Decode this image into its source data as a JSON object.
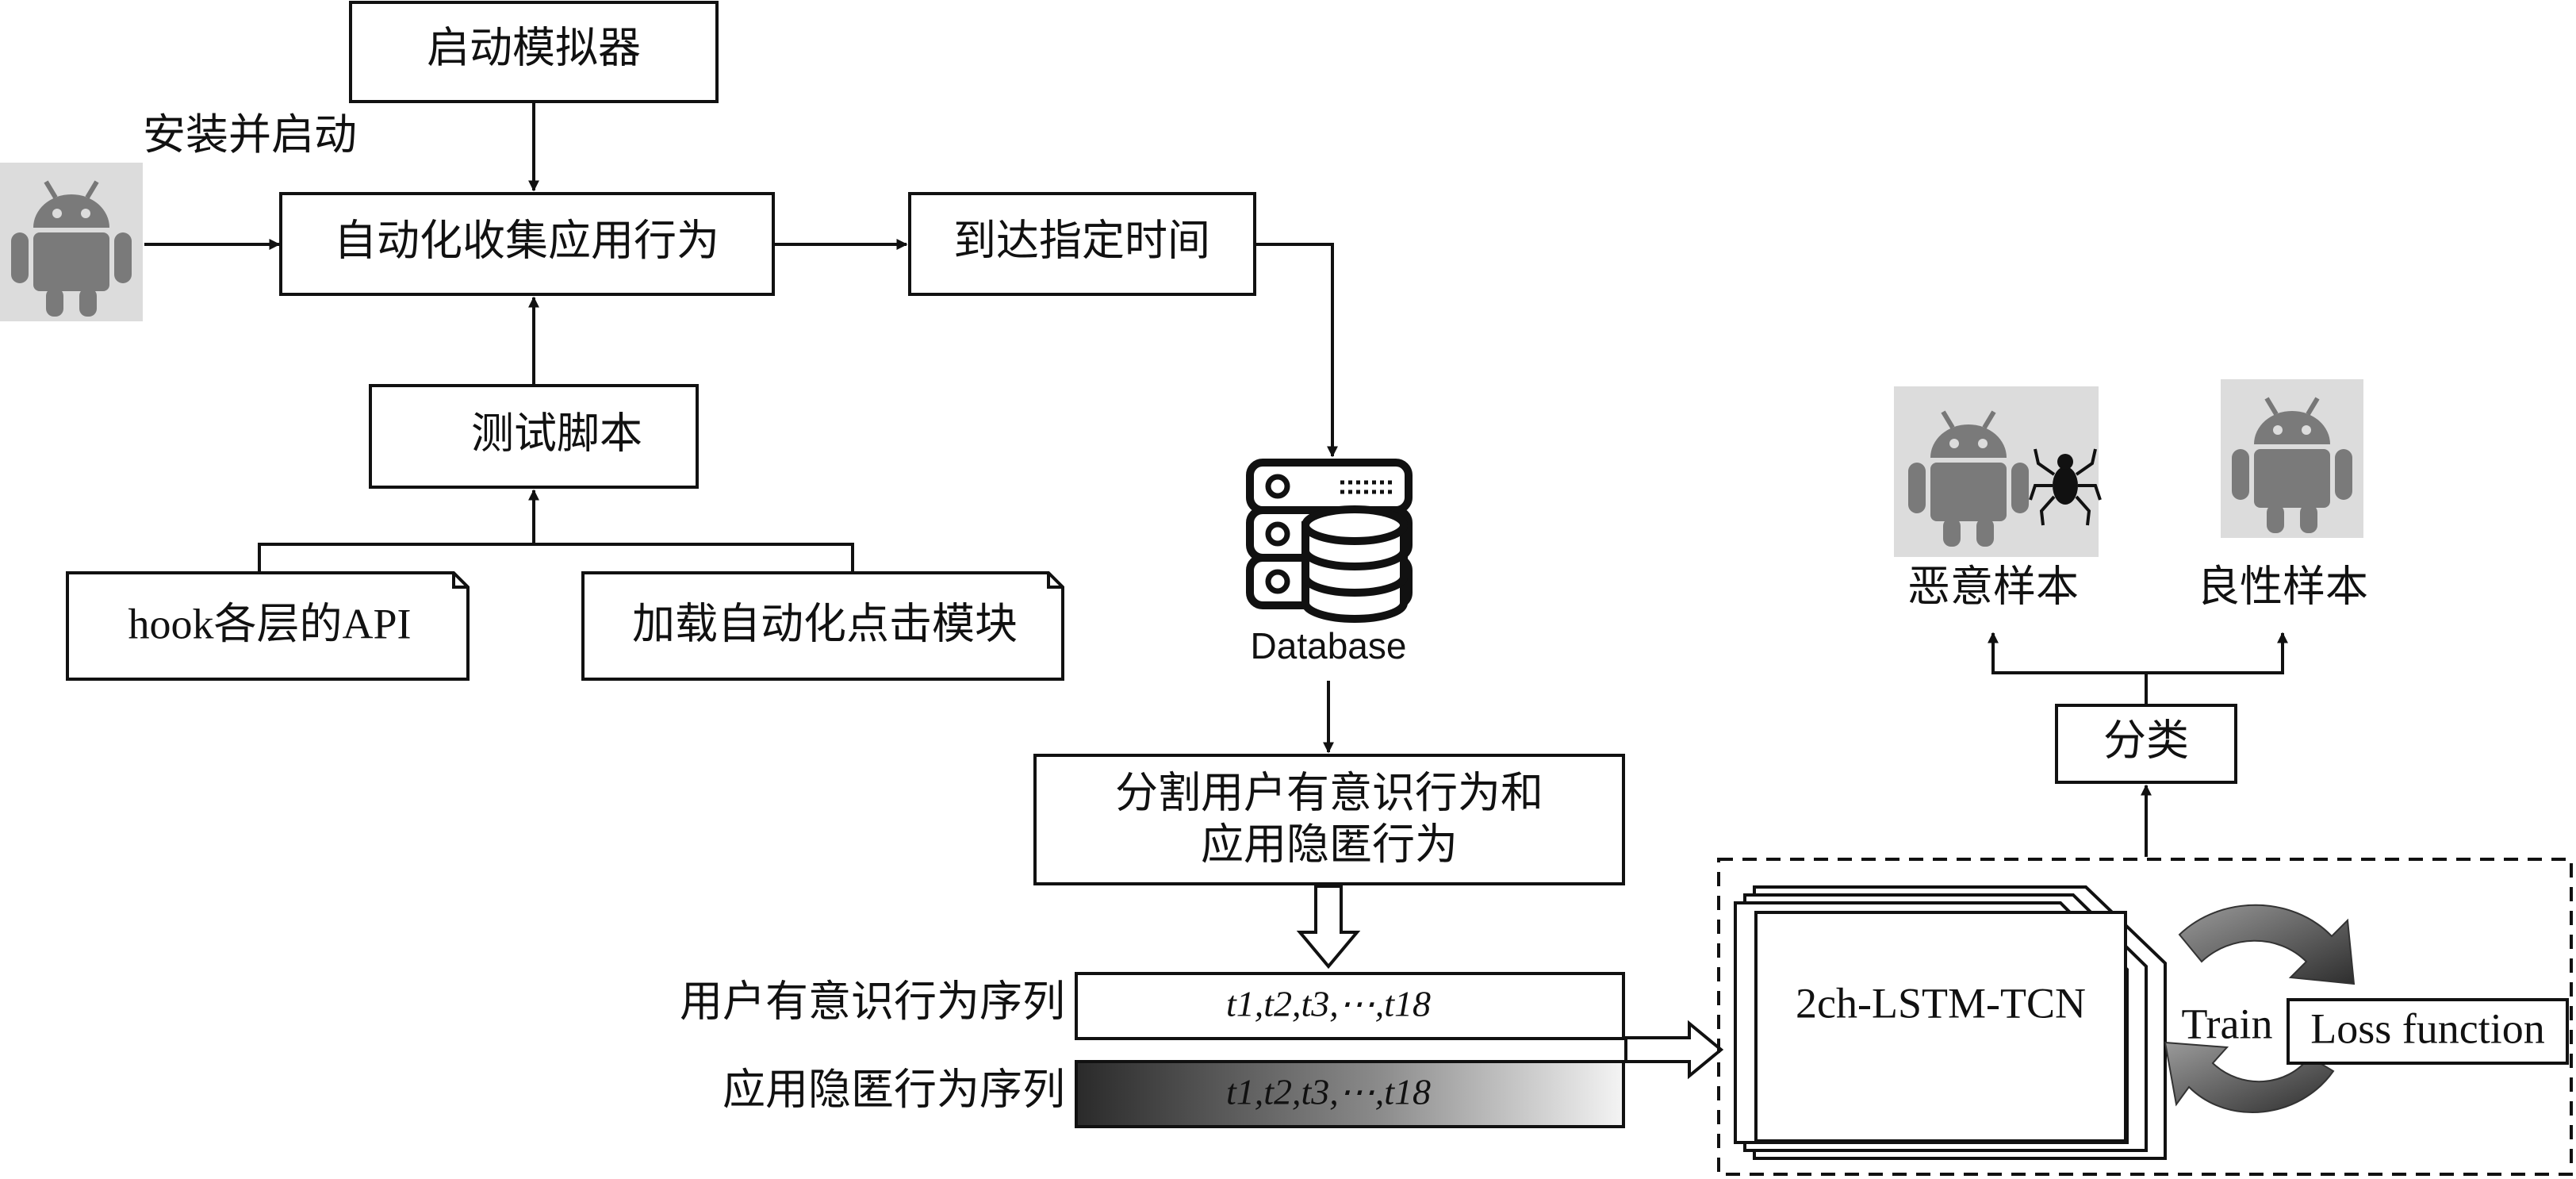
{
  "nodes": {
    "start_emulator": "启动模拟器",
    "install_launch": "安装并启动",
    "auto_collect": "自动化收集应用行为",
    "reach_time": "到达指定时间",
    "test_script": "测试脚本",
    "hook_api": "hook各层的API",
    "load_click_module": "加载自动化点击模块",
    "database": "Database",
    "split_line1": "分割用户有意识行为和",
    "split_line2": "应用隐匿行为",
    "user_seq_label": "用户有意识行为序列",
    "app_seq_label": "应用隐匿行为序列",
    "seq_text": "t1,t2,t3,⋯,t18",
    "model": "2ch-LSTM-TCN",
    "train": "Train",
    "loss": "Loss function",
    "classify": "分类",
    "malicious": "恶意样本",
    "benign": "良性样本"
  },
  "icons": [
    "android-robot-icon",
    "database-server-icon",
    "bug-icon",
    "cycle-arrow-icon"
  ],
  "colors": {
    "line": "#111111",
    "android_gray": "#7a7a7a",
    "icon_bg": "#dcdcdc"
  }
}
